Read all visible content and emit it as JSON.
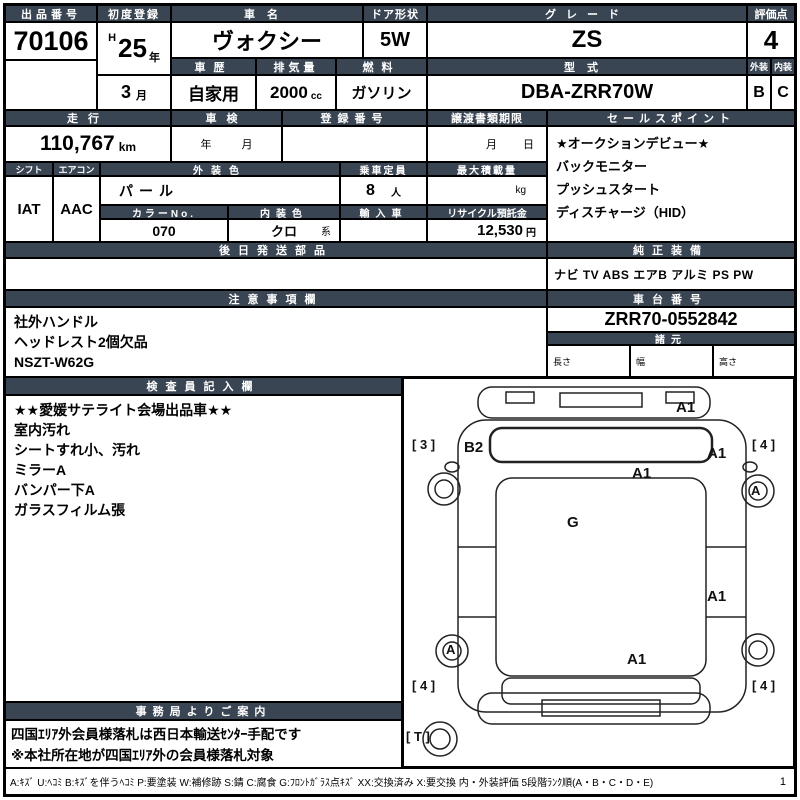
{
  "colors": {
    "header_bg": "#3a4553",
    "border": "#000000"
  },
  "top": {
    "lot_no_label": "出品番号",
    "lot_no": "70106",
    "first_reg_label": "初度登録",
    "era": "H",
    "reg_year": "25",
    "year_suffix": "年",
    "reg_month": "3",
    "month_suffix": "月",
    "car_name_label": "車名",
    "car_name": "ヴォクシー",
    "door_label": "ドア形状",
    "door": "5W",
    "grade_label": "グレード",
    "grade": "ZS",
    "score_label": "評価点",
    "score": "4",
    "history_label": "車歴",
    "history": "自家用",
    "displacement_label": "排気量",
    "displacement": "2000",
    "displacement_unit": "cc",
    "fuel_label": "燃料",
    "fuel": "ガソリン",
    "model_label": "型式",
    "model": "DBA-ZRR70W",
    "exterior_label": "外装",
    "exterior": "B",
    "interior_label": "内装",
    "interior": "C"
  },
  "band2": {
    "mileage_label": "走行",
    "mileage": "110,767",
    "mileage_unit": "km",
    "inspection_label": "車検",
    "inspection_year_suffix": "年",
    "inspection_month_suffix": "月",
    "reg_no_label": "登録番号",
    "transfer_label": "譲渡書類期限",
    "transfer_month_suffix": "月",
    "transfer_day_suffix": "日",
    "sales_label": "セールスポイント",
    "sales_points": [
      "★オークションデビュー★",
      "バックモニター",
      "プッシュスタート",
      "ディスチャージ（HID）"
    ]
  },
  "band3": {
    "shift_label": "シフト",
    "shift": "IAT",
    "ac_label": "エアコン",
    "ac": "AAC",
    "ext_color_label": "外装色",
    "ext_color": "パール",
    "capacity_label": "乗車定員",
    "capacity": "8",
    "capacity_unit": "人",
    "max_load_label": "最大積載量",
    "max_load_unit": "kg",
    "color_no_label": "カラーNo.",
    "color_no": "070",
    "int_color_label": "内装色",
    "int_color": "クロ",
    "int_color_suffix": "系",
    "import_label": "輸入車",
    "recycle_label": "リサイクル預託金",
    "recycle": "12,530",
    "recycle_unit": "円"
  },
  "later_parts": {
    "label": "後日発送部品"
  },
  "equipment": {
    "label": "純正装備",
    "items": "ナビ TV ABS エアB アルミ PS PW"
  },
  "notes": {
    "label": "注意事項欄",
    "lines": [
      "社外ハンドル",
      "ヘッドレスト2個欠品",
      "NSZT-W62G"
    ]
  },
  "chassis": {
    "label": "車台番号",
    "number": "ZRR70-0552842",
    "spec_label": "諸元",
    "length_label": "長さ",
    "width_label": "幅",
    "height_label": "高さ"
  },
  "inspector": {
    "label": "検査員記入欄",
    "lines": [
      "★★愛媛サテライト会場出品車★★",
      "室内汚れ",
      "シートすれ小、汚れ",
      "ミラーA",
      "バンパー下A",
      "ガラスフィルム張"
    ]
  },
  "diagram": {
    "marks": {
      "top_right": "A1",
      "zone_left_top": "[ 3 ]",
      "left_fender": "B2",
      "right_fender": "A1",
      "zone_right_top": "[ 4 ]",
      "windshield_area": "A1",
      "wheel_front_right": "A",
      "glass": "G",
      "right_rear_panel": "A1",
      "wheel_rear_left": "A",
      "rear_area": "A1",
      "zone_bottom_left": "[ 4 ]",
      "zone_bottom_right": "[ 4 ]",
      "spare_tire": "[ T ]"
    }
  },
  "office": {
    "label": "事務局よりご案内",
    "lines": [
      "四国ｴﾘｱ外会員様落札は西日本輸送ｾﾝﾀｰ手配です",
      "※本社所在地が四国ｴﾘｱ外の会員様落札対象"
    ]
  },
  "legend": {
    "text": "A:ｷｽﾞ U:ﾍｺﾐ B:ｷｽﾞを伴うﾍｺﾐ P:要塗装 W:補修跡 S:錆 C:腐食 G:ﾌﾛﾝﾄｶﾞﾗｽ点ｷｽﾞ XX:交換済み X:要交換 内・外装評価 5段階ﾗﾝｸ順(A・B・C・D・E)",
    "page": "1"
  }
}
